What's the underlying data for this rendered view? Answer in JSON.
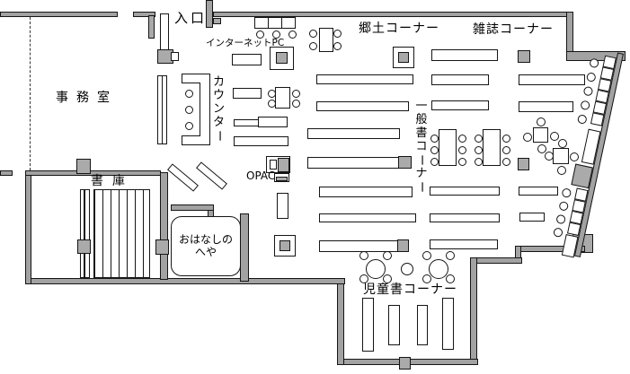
{
  "colors": {
    "background": "#ffffff",
    "wall": "#a2a2a2",
    "column": "#aaaaaa",
    "outline": "#151515"
  },
  "labels": {
    "entrance": "入口",
    "internet_pc": "インターネットPC",
    "local_history_corner": "郷土コーナー",
    "magazine_corner": "雑誌コーナー",
    "office": "事務室",
    "counter": "カウンター",
    "general_books_corner": "一般書コーナー",
    "opac": "OPAC",
    "stacks": "書庫",
    "storytelling_room_line1": "おはなしの",
    "storytelling_room_line2": "へや",
    "children_books_corner": "児童書コーナー"
  }
}
